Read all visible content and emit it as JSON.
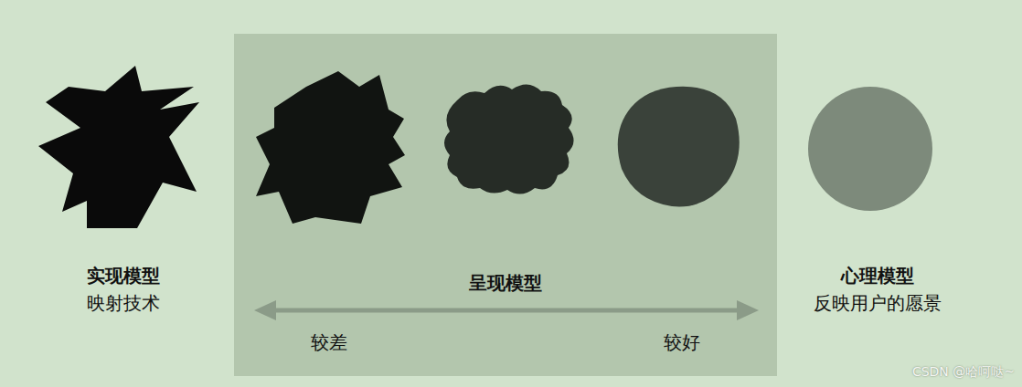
{
  "diagram": {
    "nodes": [
      {
        "text": [
          "实现模型",
          "映射技术"
        ]
      },
      {
        "text": [
          "呈现模型",
          "较差",
          "较好"
        ]
      },
      {
        "text": [
          "心理模型",
          "反映用户的愿景"
        ]
      }
    ],
    "labels": [
      "CSDN @哈呵哒~"
    ]
  }
}
